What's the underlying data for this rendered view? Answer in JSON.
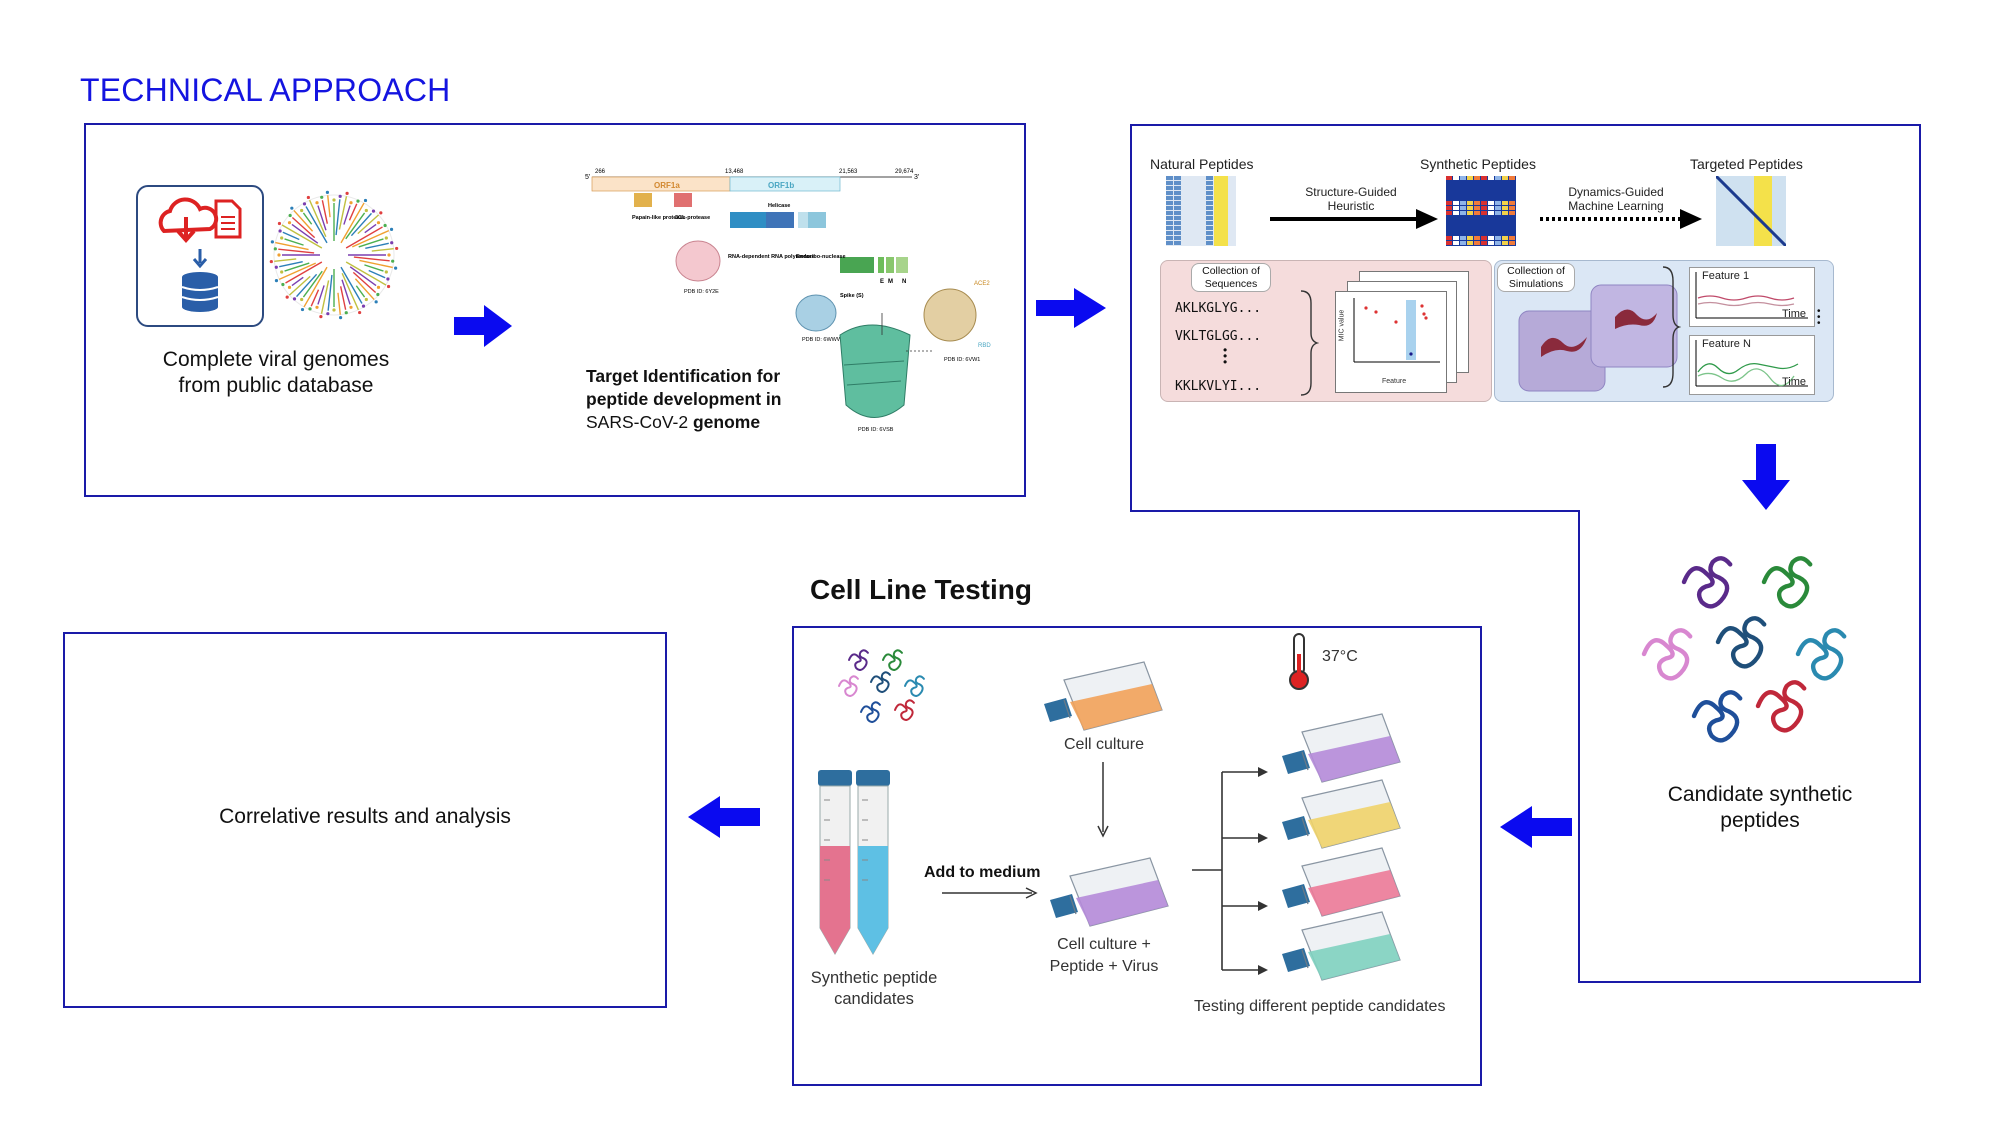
{
  "title": "TECHNICAL APPROACH",
  "genomes": {
    "label_line1": "Complete viral genomes",
    "label_line2": "from public database"
  },
  "target": {
    "label_line1": "Target Identification for",
    "label_line2": "peptide development in",
    "label_line3_plain": "SARS-CoV-2 ",
    "label_line3_bold": "genome",
    "genome_start": "5'",
    "genome_end": "3'",
    "pos_266": "266",
    "pos_13468": "13,468",
    "pos_21563": "21,563",
    "pos_29674": "29,674",
    "orf1a": "ORF1a",
    "orf1b": "ORF1b",
    "papain": "Papain-like protease",
    "cl3": "3CL-protease",
    "rdrp": "RNA-dependent RNA polymerase",
    "helicase": "Helicase",
    "endo": "Endoribo-nuclease",
    "spike": "Spike (S)",
    "e": "E",
    "m": "M",
    "n": "N",
    "ace2": "ACE2",
    "rbd": "RBD",
    "pdb1": "PDB ID: 6Y2E",
    "pdb2": "PDB ID: 6WWW",
    "pdb3": "PDB ID: 6VW1",
    "pdb4": "PDB ID: 6VSB"
  },
  "pipeline": {
    "natural": "Natural Peptides",
    "synthetic": "Synthetic Peptides",
    "targeted": "Targeted Peptides",
    "heuristic_line1": "Structure-Guided",
    "heuristic_line2": "Heuristic",
    "ml_line1": "Dynamics-Guided",
    "ml_line2": "Machine Learning",
    "collection_seq_line1": "Collection of",
    "collection_seq_line2": "Sequences",
    "collection_sim_line1": "Collection of",
    "collection_sim_line2": "Simulations",
    "seq1": "AKLKGLYG...",
    "seq2": "VKLTGLGG...",
    "seq3": "KKLKVLYI...",
    "mic_label": "MIC value",
    "feature_label": "Feature",
    "feature1": "Feature 1",
    "featureN": "Feature N",
    "time": "Time"
  },
  "candidates": {
    "line1": "Candidate synthetic",
    "line2": "peptides"
  },
  "cell": {
    "heading": "Cell Line Testing",
    "temperature": "37°C",
    "cell_culture": "Cell culture",
    "add_medium": "Add to medium",
    "mix_line1": "Cell culture +",
    "mix_line2": "Peptide + Virus",
    "synthetic_line1": "Synthetic peptide",
    "synthetic_line2": "candidates",
    "testing": "Testing different peptide candidates"
  },
  "results": {
    "label": "Correlative results and analysis"
  },
  "colors": {
    "arrow_blue": "#0a0af0",
    "border_blue": "#1a1aa8",
    "title_blue": "#1414e0"
  }
}
